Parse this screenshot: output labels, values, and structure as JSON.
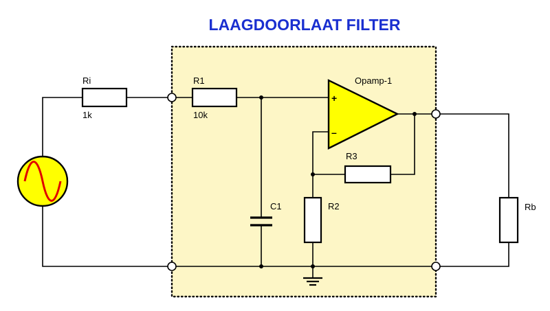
{
  "title": "LAAGDOORLAAT FILTER",
  "components": {
    "ri": {
      "name": "Ri",
      "value": "1k"
    },
    "r1": {
      "name": "R1",
      "value": "10k"
    },
    "r2": {
      "name": "R2"
    },
    "r3": {
      "name": "R3"
    },
    "c1": {
      "name": "C1"
    },
    "rb": {
      "name": "Rb"
    },
    "opamp": {
      "name": "Opamp-1",
      "plus": "+",
      "minus": "–"
    }
  },
  "colors": {
    "title": "#1a2fd0",
    "panel": "#fdf6c6",
    "opamp_fill": "#ffff00",
    "source_fill": "#ffff00",
    "sine": "#e00000"
  }
}
